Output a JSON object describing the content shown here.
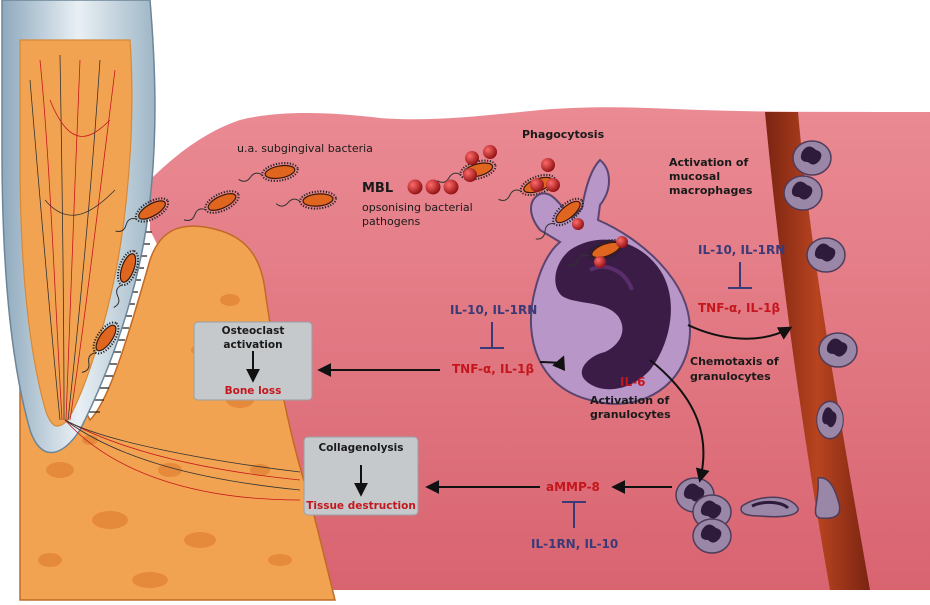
{
  "labels": {
    "bacteria": "u.a. subgingival bacteria",
    "mbl": "MBL",
    "mbl_desc_1": "opsonising bacterial",
    "mbl_desc_2": "pathogens",
    "phagocytosis": "Phagocytosis",
    "macro_1": "Activation of",
    "macro_2": "mucosal",
    "macro_3": "macrophages",
    "right_inhib": "IL-10, IL-1RN",
    "right_cyto": "TNF-α, IL-1β",
    "left_inhib": "IL-10, IL-1RN",
    "left_cyto": "TNF-α, IL-1β",
    "chemo_1": "Chemotaxis of",
    "chemo_2": "granulocytes",
    "il6": "IL-6",
    "gran_1": "Activation of",
    "gran_2": "granulocytes",
    "ammp8": "aMMP-8",
    "bottom_inhib": "IL-1RN, IL-10"
  },
  "boxes": {
    "osteo_1": "Osteoclast",
    "osteo_2": "activation",
    "bone_loss": "Bone loss",
    "collagen": "Collagenolysis",
    "tissue": "Tissue destruction"
  },
  "colors": {
    "gum": "#e0727c",
    "bone": "#f2a352",
    "vessel": "#a8351c",
    "cell": "#b896c8",
    "nucleus": "#3a1c46",
    "box": "#c6c9cc",
    "label_navy": "#3b3a78",
    "label_red": "#c4161c"
  }
}
